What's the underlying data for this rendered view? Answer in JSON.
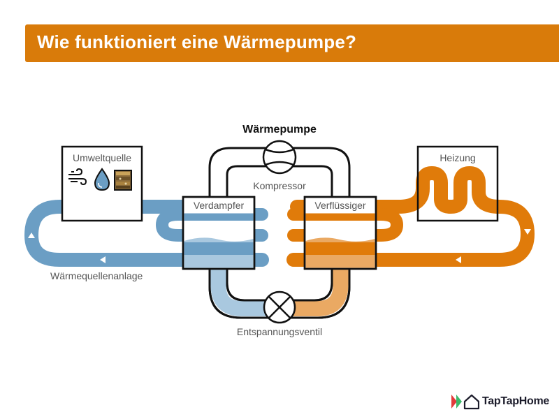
{
  "header": {
    "title": "Wie funktioniert eine Wärmepumpe?"
  },
  "diagram": {
    "heat_pump_label": "Wärmepumpe",
    "compressor_label": "Kompressor",
    "expansion_valve_label": "Entspannungsventil",
    "environment_label": "Umweltquelle",
    "environment_icons": [
      "wind-icon",
      "water-drop-icon",
      "ground-icon"
    ],
    "evaporator_label": "Verdampfer",
    "condenser_label": "Verflüssiger",
    "heating_label": "Heizung",
    "source_system_label": "Wärmequellenanlage"
  },
  "brand": {
    "name": "TapTapHome"
  },
  "colors": {
    "accent": "#d97b0a",
    "cold_loop": "#6b9ec4",
    "cold_fill": "#a9c8df",
    "warm_loop": "#e07b0a",
    "warm_fill": "#eaa963",
    "outline": "#111111"
  }
}
